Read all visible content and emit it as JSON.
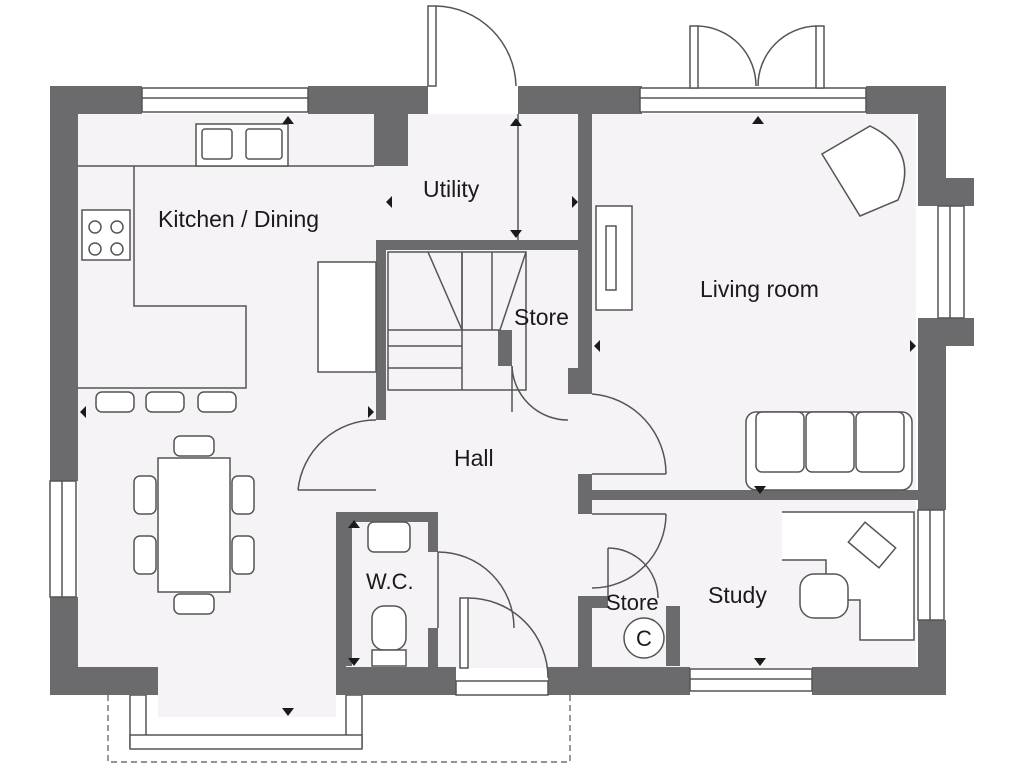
{
  "rooms": {
    "kitchen_dining": "Kitchen / Dining",
    "utility": "Utility",
    "store_under_stairs": "Store",
    "living_room": "Living room",
    "hall": "Hall",
    "wc": "W.C.",
    "store_small": "Store",
    "study": "Study"
  },
  "symbols": {
    "cylinder": "C"
  },
  "colors": {
    "wall": "#6b6b6e",
    "floor": "#f6f3f6",
    "line": "#555555"
  }
}
